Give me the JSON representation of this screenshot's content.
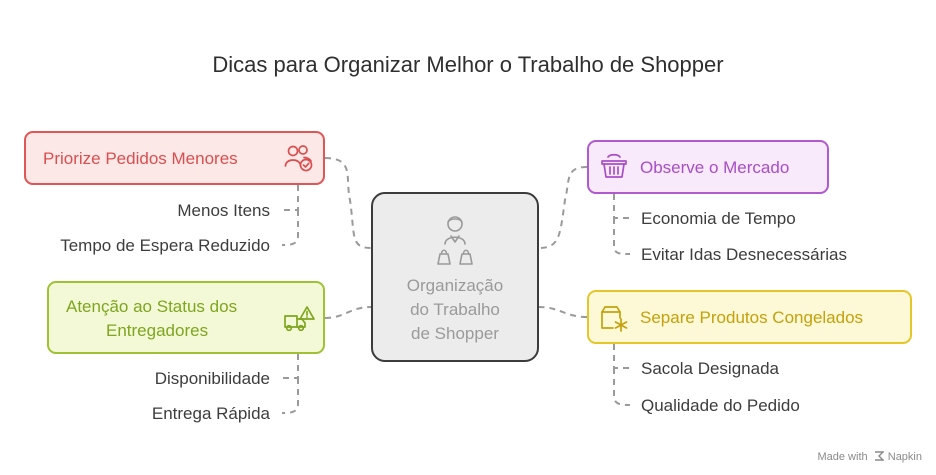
{
  "title": "Dicas para Organizar Melhor o Trabalho de Shopper",
  "center": {
    "label_lines": [
      "Organização",
      "do Trabalho",
      "de Shopper"
    ],
    "icon": "shopper-icon"
  },
  "branches": {
    "priorize": {
      "label": "Priorize Pedidos Menores",
      "color": "#e05555",
      "icon": "users-check-icon",
      "items": [
        "Menos Itens",
        "Tempo de Espera Reduzido"
      ]
    },
    "observe": {
      "label": "Observe o Mercado",
      "color": "#b05acd",
      "icon": "basket-icon",
      "items": [
        "Economia de Tempo",
        "Evitar Idas Desnecessárias"
      ]
    },
    "atencao": {
      "label_lines": [
        "Atenção ao Status dos",
        "Entregadores"
      ],
      "color": "#9ec234",
      "icon": "truck-alert-icon",
      "items": [
        "Disponibilidade",
        "Entrega Rápida"
      ]
    },
    "separe": {
      "label": "Separe Produtos Congelados",
      "color": "#e5c62a",
      "icon": "box-snowflake-icon",
      "items": [
        "Sacola Designada",
        "Qualidade do Pedido"
      ]
    }
  },
  "footer": {
    "made_with": "Made with",
    "brand": "Napkin"
  }
}
